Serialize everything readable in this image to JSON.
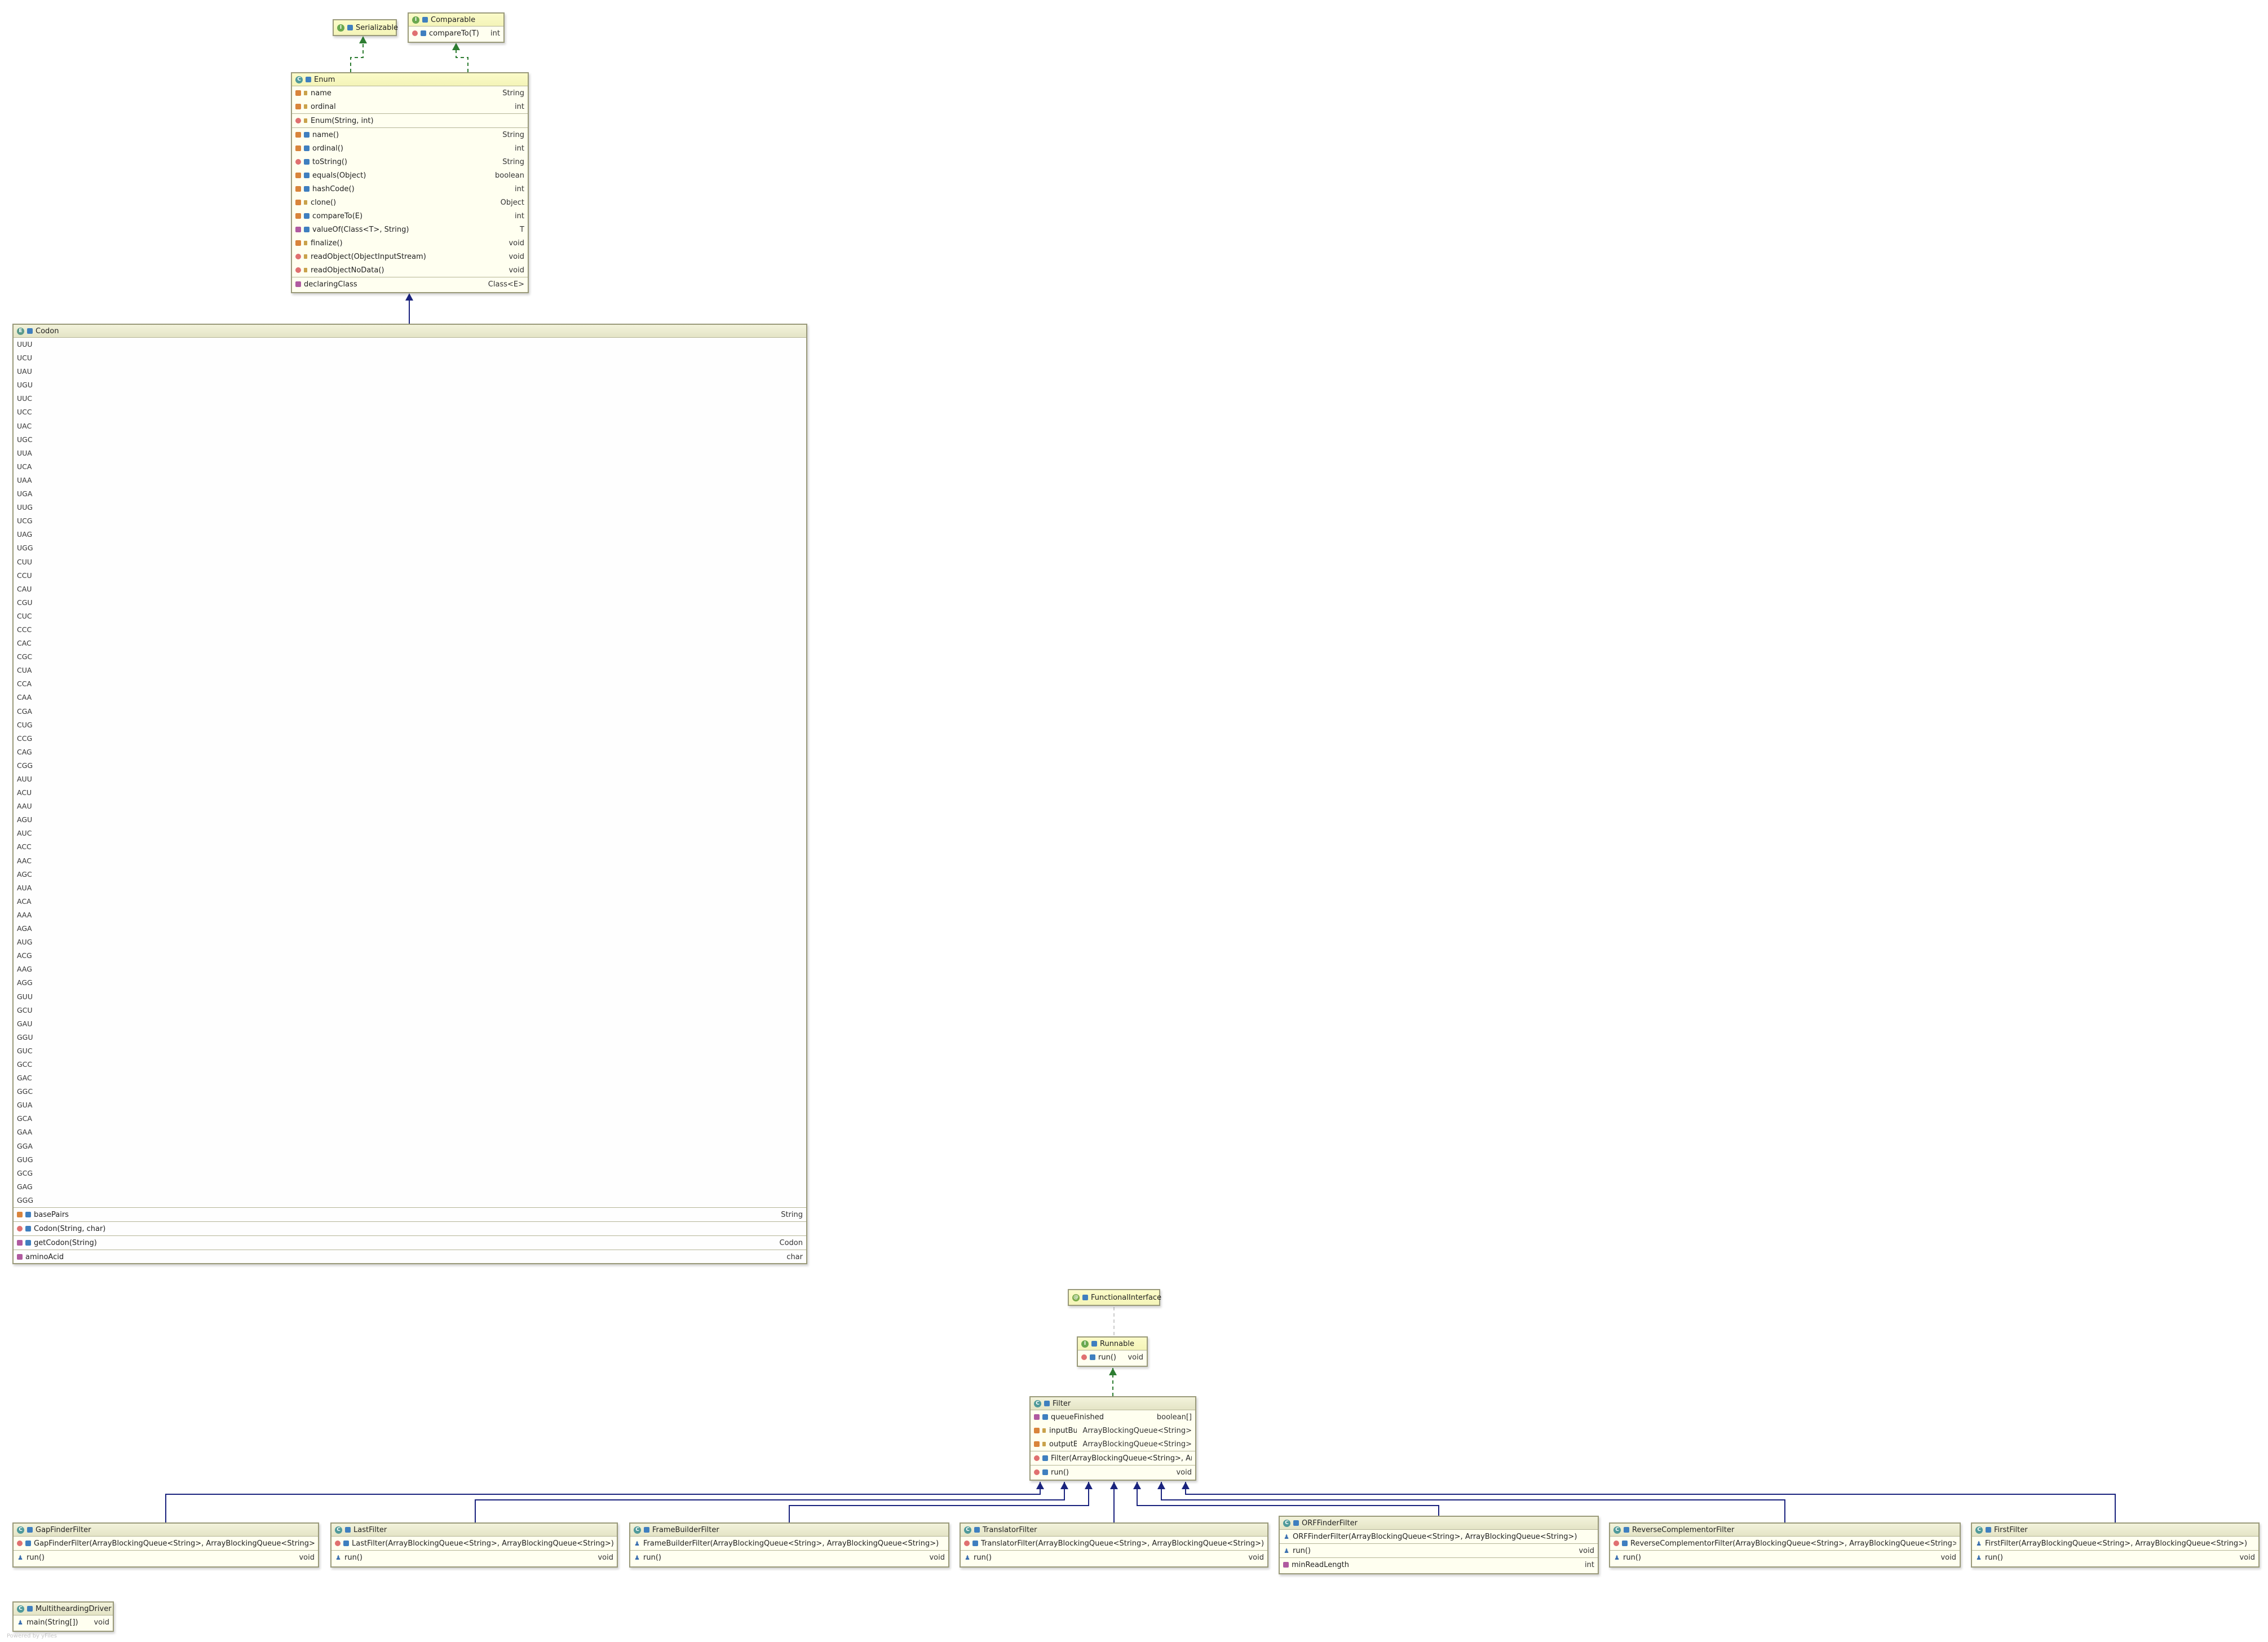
{
  "nodes": {
    "serializable": {
      "name": "Serializable",
      "kind": "I"
    },
    "comparable": {
      "name": "Comparable",
      "kind": "I",
      "methods": [
        {
          "name": "compareTo(T)",
          "type": "int"
        }
      ]
    },
    "enum": {
      "name": "Enum",
      "kind": "C",
      "fields": [
        {
          "name": "name",
          "type": "String"
        },
        {
          "name": "ordinal",
          "type": "int"
        }
      ],
      "constructors": [
        {
          "name": "Enum(String, int)"
        }
      ],
      "methods": [
        {
          "name": "name()",
          "type": "String"
        },
        {
          "name": "ordinal()",
          "type": "int"
        },
        {
          "name": "toString()",
          "type": "String"
        },
        {
          "name": "equals(Object)",
          "type": "boolean"
        },
        {
          "name": "hashCode()",
          "type": "int"
        },
        {
          "name": "clone()",
          "type": "Object"
        },
        {
          "name": "compareTo(E)",
          "type": "int"
        },
        {
          "name": "valueOf(Class<T>, String)",
          "type": "T"
        },
        {
          "name": "finalize()",
          "type": "void"
        },
        {
          "name": "readObject(ObjectInputStream)",
          "type": "void"
        },
        {
          "name": "readObjectNoData()",
          "type": "void"
        }
      ],
      "properties": [
        {
          "name": "declaringClass",
          "type": "Class<E>"
        }
      ]
    },
    "codon": {
      "name": "Codon",
      "kind": "E",
      "constants": [
        "UUU",
        "UCU",
        "UAU",
        "UGU",
        "UUC",
        "UCC",
        "UAC",
        "UGC",
        "UUA",
        "UCA",
        "UAA",
        "UGA",
        "UUG",
        "UCG",
        "UAG",
        "UGG",
        "CUU",
        "CCU",
        "CAU",
        "CGU",
        "CUC",
        "CCC",
        "CAC",
        "CGC",
        "CUA",
        "CCA",
        "CAA",
        "CGA",
        "CUG",
        "CCG",
        "CAG",
        "CGG",
        "AUU",
        "ACU",
        "AAU",
        "AGU",
        "AUC",
        "ACC",
        "AAC",
        "AGC",
        "AUA",
        "ACA",
        "AAA",
        "AGA",
        "AUG",
        "ACG",
        "AAG",
        "AGG",
        "GUU",
        "GCU",
        "GAU",
        "GGU",
        "GUC",
        "GCC",
        "GAC",
        "GGC",
        "GUA",
        "GCA",
        "GAA",
        "GGA",
        "GUG",
        "GCG",
        "GAG",
        "GGG"
      ],
      "fields": [
        {
          "name": "basePairs",
          "type": "String"
        }
      ],
      "constructors": [
        {
          "name": "Codon(String, char)"
        }
      ],
      "methods": [
        {
          "name": "getCodon(String)",
          "type": "Codon"
        }
      ],
      "properties": [
        {
          "name": "aminoAcid",
          "type": "char"
        }
      ]
    },
    "functionalInterface": {
      "name": "FunctionalInterface",
      "kind": "@"
    },
    "runnable": {
      "name": "Runnable",
      "kind": "I",
      "methods": [
        {
          "name": "run()",
          "type": "void"
        }
      ]
    },
    "filter": {
      "name": "Filter",
      "kind": "C",
      "fields": [
        {
          "name": "queueFinished",
          "type": "boolean[]"
        },
        {
          "name": "inputBuffer",
          "type": "ArrayBlockingQueue<String>"
        },
        {
          "name": "outputBuffer",
          "type": "ArrayBlockingQueue<String>"
        }
      ],
      "constructors": [
        {
          "name": "Filter(ArrayBlockingQueue<String>, ArrayBl"
        }
      ],
      "methods": [
        {
          "name": "run()",
          "type": "void"
        }
      ]
    },
    "gapFinder": {
      "name": "GapFinderFilter",
      "kind": "C",
      "constructors": [
        {
          "name": "GapFinderFilter(ArrayBlockingQueue<String>, ArrayBlockingQueue<String>)"
        }
      ],
      "methods": [
        {
          "name": "run()",
          "type": "void"
        }
      ]
    },
    "lastFilter": {
      "name": "LastFilter",
      "kind": "C",
      "constructors": [
        {
          "name": "LastFilter(ArrayBlockingQueue<String>, ArrayBlockingQueue<String>)"
        }
      ],
      "methods": [
        {
          "name": "run()",
          "type": "void"
        }
      ]
    },
    "frameBuilder": {
      "name": "FrameBuilderFilter",
      "kind": "C",
      "constructors": [
        {
          "name": "FrameBuilderFilter(ArrayBlockingQueue<String>, ArrayBlockingQueue<String>)"
        }
      ],
      "methods": [
        {
          "name": "run()",
          "type": "void"
        }
      ]
    },
    "translator": {
      "name": "TranslatorFilter",
      "kind": "C",
      "constructors": [
        {
          "name": "TranslatorFilter(ArrayBlockingQueue<String>, ArrayBlockingQueue<String>)"
        }
      ],
      "methods": [
        {
          "name": "run()",
          "type": "void"
        }
      ]
    },
    "orfFinder": {
      "name": "ORFFinderFilter",
      "kind": "C",
      "constructors": [
        {
          "name": "ORFFinderFilter(ArrayBlockingQueue<String>, ArrayBlockingQueue<String>)"
        }
      ],
      "methods": [
        {
          "name": "run()",
          "type": "void"
        }
      ],
      "properties": [
        {
          "name": "minReadLength",
          "type": "int"
        }
      ]
    },
    "reverseComplementor": {
      "name": "ReverseComplementorFilter",
      "kind": "C",
      "constructors": [
        {
          "name": "ReverseComplementorFilter(ArrayBlockingQueue<String>, ArrayBlockingQueue<String>)"
        }
      ],
      "methods": [
        {
          "name": "run()",
          "type": "void"
        }
      ]
    },
    "firstFilter": {
      "name": "FirstFilter",
      "kind": "C",
      "constructors": [
        {
          "name": "FirstFilter(ArrayBlockingQueue<String>, ArrayBlockingQueue<String>)"
        }
      ],
      "methods": [
        {
          "name": "run()",
          "type": "void"
        }
      ]
    },
    "driver": {
      "name": "MultitheardingDriver",
      "kind": "C",
      "methods": [
        {
          "name": "main(String[])",
          "type": "void"
        }
      ]
    }
  },
  "colors": {
    "implements_edge": "#2e7d32",
    "extends_edge": "#1a237e",
    "node_fill": "#fffff0",
    "node_border": "#9a9a7a"
  },
  "watermark": "Powered by yFiles"
}
